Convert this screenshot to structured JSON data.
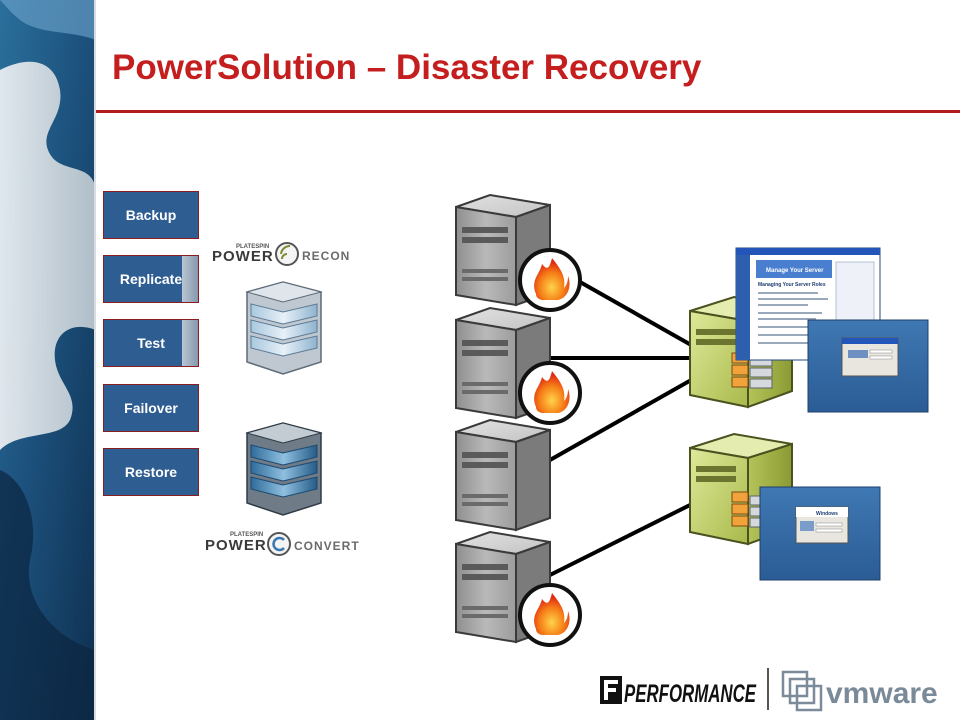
{
  "title": "PowerSolution – Disaster Recovery",
  "steps": [
    {
      "label": "Backup"
    },
    {
      "label": "Replicate"
    },
    {
      "label": "Test"
    },
    {
      "label": "Failover"
    },
    {
      "label": "Restore"
    }
  ],
  "logos": {
    "recon": {
      "small": "PLATESPIN",
      "word1": "POWER",
      "word2": "RECON"
    },
    "convert": {
      "small": "PLATESPIN",
      "word1": "POWER",
      "word2": "CONVERT"
    },
    "performance": "PERFORMANCE",
    "vmware": "vmware"
  },
  "windows": {
    "manage_server": "Manage Your Server",
    "manage_subtitle": "Managing Your Server Roles",
    "windows_login": "Windows"
  },
  "colors": {
    "title": "#c41e1e",
    "step_fill": "#2e5d92",
    "step_border": "#8a1d1d",
    "fire": "#e8321c",
    "server_gray": "#9a9a9a",
    "virtual_host": "#c6d36a",
    "desktop_blue": "#3a6ea5"
  },
  "icons": [
    "physical-server-icon",
    "fire-icon",
    "virtual-host-icon",
    "database-stack-icon",
    "windows-screenshot-icon"
  ]
}
